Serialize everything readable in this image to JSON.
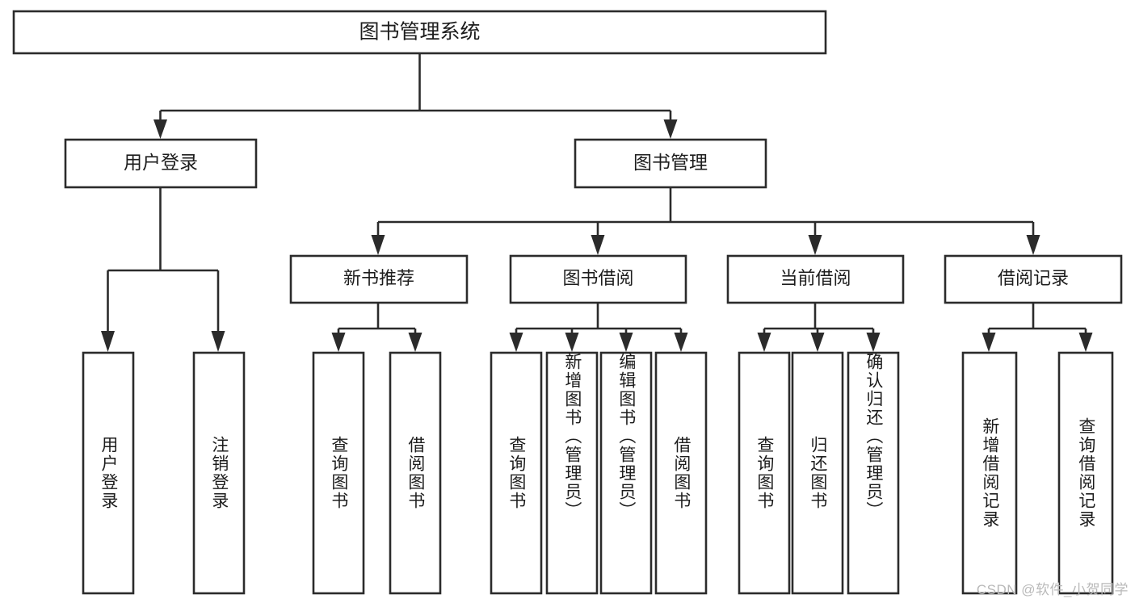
{
  "diagram": {
    "type": "hierarchy-tree",
    "title": "图书管理系统",
    "watermark": "CSDN @软件_小贺同学",
    "colors": {
      "box_stroke": "#2b2b2b",
      "box_fill": "#ffffff",
      "text": "#1d1d1d",
      "watermark": "#b9b9b9",
      "background": "#ffffff"
    },
    "root": {
      "label": "图书管理系统"
    },
    "level2": [
      {
        "label": "用户登录"
      },
      {
        "label": "图书管理"
      }
    ],
    "level3": [
      {
        "label": "新书推荐"
      },
      {
        "label": "图书借阅"
      },
      {
        "label": "当前借阅"
      },
      {
        "label": "借阅记录"
      }
    ],
    "leaves": {
      "user_login": [
        {
          "label": "用户登录"
        },
        {
          "label": "注销登录"
        }
      ],
      "new_book_recommend": [
        {
          "label": "查询图书"
        },
        {
          "label": "借阅图书"
        }
      ],
      "book_borrow": [
        {
          "label": "查询图书"
        },
        {
          "label": "新增图书（管理员）"
        },
        {
          "label": "编辑图书（管理员）"
        },
        {
          "label": "借阅图书"
        }
      ],
      "current_borrow": [
        {
          "label": "查询图书"
        },
        {
          "label": "归还图书"
        },
        {
          "label": "确认归还（管理员）"
        }
      ],
      "borrow_record": [
        {
          "label": "新增借阅记录"
        },
        {
          "label": "查询借阅记录"
        }
      ]
    }
  }
}
